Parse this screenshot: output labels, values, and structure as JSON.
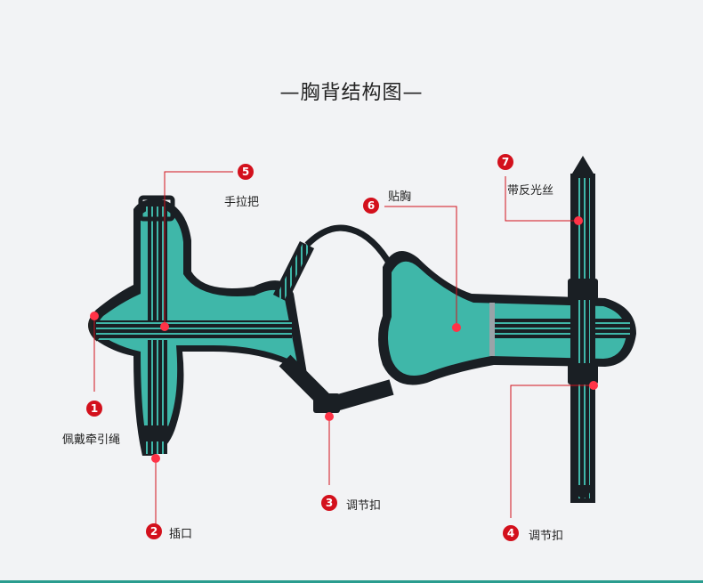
{
  "title": "—胸背结构图—",
  "callouts": [
    {
      "number": "1",
      "label": "佩戴牵引绳"
    },
    {
      "number": "2",
      "label": "插口"
    },
    {
      "number": "3",
      "label": "调节扣"
    },
    {
      "number": "4",
      "label": "调节扣"
    },
    {
      "number": "5",
      "label": "手拉把"
    },
    {
      "number": "6",
      "label": "贴胸"
    },
    {
      "number": "7",
      "label": "带反光丝"
    }
  ],
  "colors": {
    "teal": "#3fb7a9",
    "strap": "#1a1f24",
    "reflective": "#9aa3a8",
    "accent_red": "#d3101c",
    "background": "#f2f3f5"
  }
}
